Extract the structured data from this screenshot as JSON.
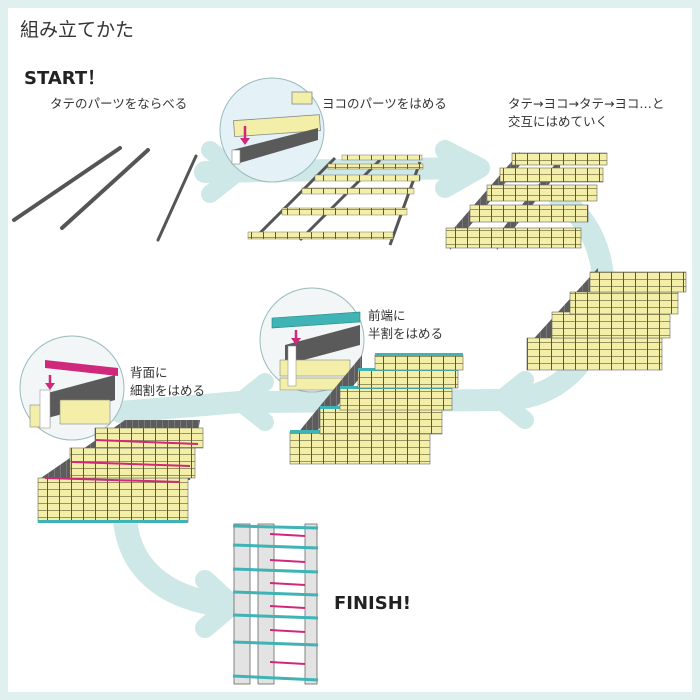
{
  "title": "組み立てかた",
  "start_label": "START！",
  "finish_label": "FINISH!",
  "steps": [
    {
      "text": "タテのパーツをならべる"
    },
    {
      "text": "ヨコのパーツをはめる"
    },
    {
      "lines": [
        "タテ→ヨコ→タテ→ヨコ…と",
        "交互にはめていく"
      ]
    },
    {
      "lines": [
        "前端に",
        "半割をはめる"
      ]
    },
    {
      "lines": [
        "背面に",
        "細割をはめる"
      ]
    }
  ],
  "colors": {
    "frame": "#dff0ee",
    "arrow": "#cde8e6",
    "panel_yellow": "#f3efa8",
    "panel_gray": "#5a5a5a",
    "front_strip_teal": "#3fb3b5",
    "back_strip_magenta": "#d0287a",
    "shelf_brown": "#8a6a2a"
  }
}
